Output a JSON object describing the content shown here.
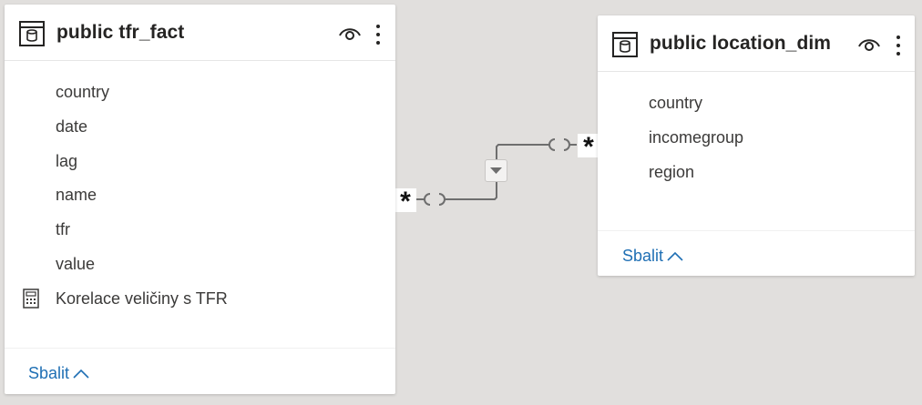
{
  "tables": [
    {
      "title": "public tfr_fact",
      "fields": [
        "country",
        "date",
        "lag",
        "name",
        "tfr",
        "value"
      ],
      "measure": "Korelace veličiny s TFR",
      "collapse_label": "Sbalit"
    },
    {
      "title": "public location_dim",
      "fields": [
        "country",
        "incomegroup",
        "region"
      ],
      "collapse_label": "Sbalit"
    }
  ],
  "relationship": {
    "from_cardinality": "*",
    "to_cardinality": "*"
  },
  "icons": {
    "table": "table-icon",
    "visibility": "eye-icon",
    "more": "more-options-icon",
    "measure": "calculator-icon",
    "collapse": "chevron-up-icon",
    "cross_filter": "triangle-down-icon"
  },
  "colors": {
    "canvas": "#e1dfdd",
    "card": "#ffffff",
    "link": "#1f6fb4",
    "line": "#6e6e6e"
  }
}
